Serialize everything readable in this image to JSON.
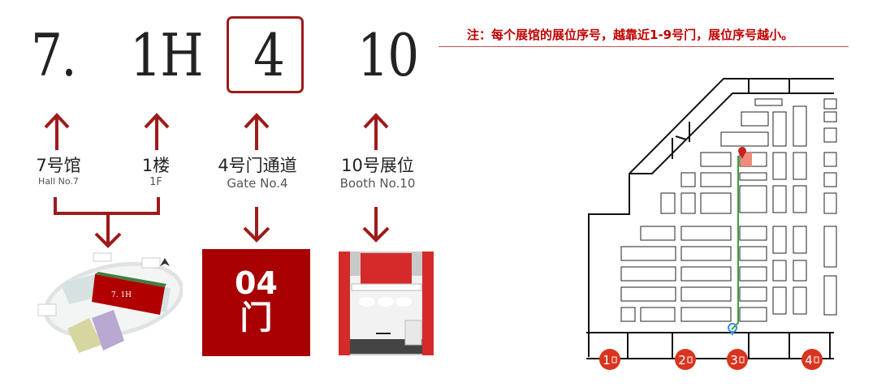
{
  "code": {
    "hall": "7.",
    "floor": "1H",
    "gate": "4",
    "booth": "10"
  },
  "labels": [
    {
      "cn": "7号馆",
      "en": "Hall No.7"
    },
    {
      "cn": "1楼",
      "en": "1F"
    },
    {
      "cn": "4号门通道",
      "en": "Gate No.4"
    },
    {
      "cn": "10号展位",
      "en": "Booth No.10"
    }
  ],
  "note": "注：每个展馆的展位序号，越靠近1-9号门，展位序号越小。",
  "hall_map": {
    "highlight_label": "7. 1H"
  },
  "gate_card": {
    "number": "04",
    "word": "门"
  },
  "floor_plan": {
    "gates": [
      "1",
      "2",
      "3",
      "4"
    ]
  },
  "colors": {
    "accent": "#9e1b1b",
    "gate_card": "#a80000",
    "gate_marker": "#d9341f",
    "route": "#3aa33a",
    "highlight_booth": "#f08a7a"
  }
}
